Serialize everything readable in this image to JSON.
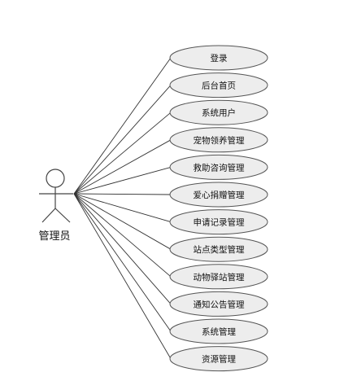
{
  "actor": {
    "name": "管理员",
    "icon": "stick-figure-actor"
  },
  "use_cases": [
    {
      "label": "登录"
    },
    {
      "label": "后台首页"
    },
    {
      "label": "系统用户"
    },
    {
      "label": "宠物领养管理"
    },
    {
      "label": "救助咨询管理"
    },
    {
      "label": "爱心捐赠管理"
    },
    {
      "label": "申请记录管理"
    },
    {
      "label": "站点类型管理"
    },
    {
      "label": "动物驿站管理"
    },
    {
      "label": "通知公告管理"
    },
    {
      "label": "系统管理"
    },
    {
      "label": "资源管理"
    }
  ],
  "colors": {
    "ellipse_fill": "#ededed",
    "ellipse_stroke": "#555555",
    "line": "#333333"
  }
}
